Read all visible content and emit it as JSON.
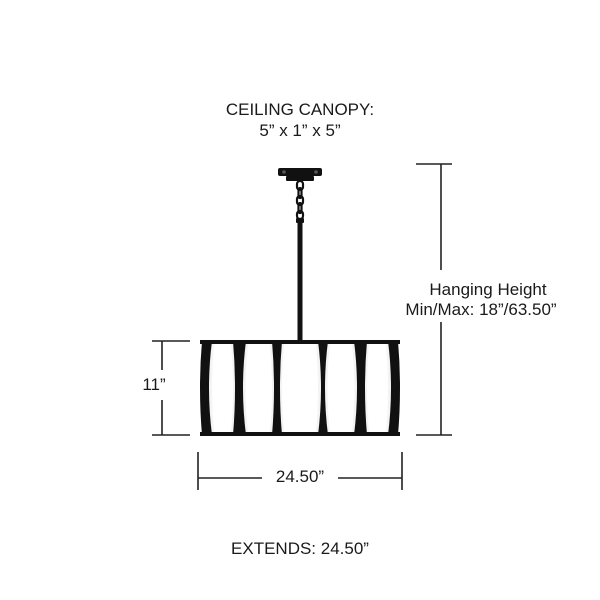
{
  "canopy": {
    "label": "CEILING CANOPY:",
    "dimensions": "5” x 1” x 5”"
  },
  "hanging_height": {
    "label": "Hanging Height",
    "value": "Min/Max: 18”/63.50”"
  },
  "height_dimension": "11”",
  "width_dimension": "24.50”",
  "extends": "EXTENDS: 24.50”",
  "colors": {
    "frame": "#111111",
    "shade": "#ffffff",
    "dimension_lines": "#222222"
  }
}
